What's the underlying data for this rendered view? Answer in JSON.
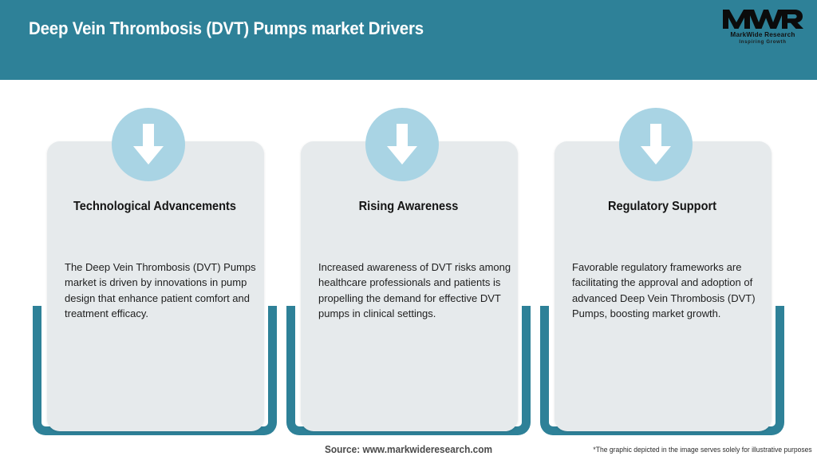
{
  "header": {
    "title": "Deep Vein Thrombosis (DVT) Pumps market Drivers",
    "bg_color": "#2e8198",
    "title_color": "#ffffff"
  },
  "logo": {
    "mark": "MWR",
    "name": "MarkWide Research",
    "tagline": "Inspiring Growth"
  },
  "cards": [
    {
      "icon": "down-arrow-icon",
      "title": "Technological Advancements",
      "body": "The Deep Vein Thrombosis (DVT) Pumps market is driven by innovations in pump design that enhance patient comfort and treatment efficacy."
    },
    {
      "icon": "down-arrow-icon",
      "title": "Rising Awareness",
      "body": "Increased awareness of DVT risks among healthcare professionals and patients is propelling the demand for effective DVT pumps in clinical settings."
    },
    {
      "icon": "down-arrow-icon",
      "title": "Regulatory Support",
      "body": "Favorable regulatory frameworks are facilitating the approval and adoption of advanced Deep Vein Thrombosis (DVT) Pumps, boosting market growth."
    }
  ],
  "footer": {
    "source": "Source: www.markwideresearch.com",
    "disclaimer": "*The graphic depicted in the image serves solely for illustrative purposes"
  },
  "colors": {
    "teal": "#2e8198",
    "panel_grey": "#e6eaec",
    "icon_blue": "#a9d4e4"
  }
}
